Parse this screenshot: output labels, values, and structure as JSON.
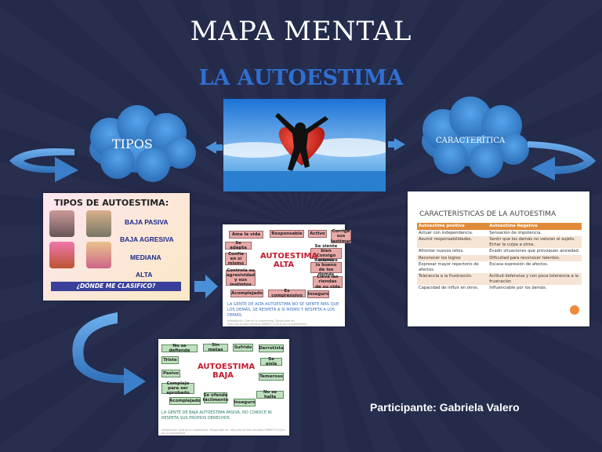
{
  "title": "MAPA  MENTAL",
  "subtitle": "LA AUTOESTIMA",
  "clouds": {
    "left": "TIPOS",
    "right": "CARACTERÍTICA"
  },
  "tipos_panel": {
    "title": "TIPOS DE AUTOESTIMA:",
    "items": [
      "BAJA PASIVA",
      "BAJA AGRESIVA",
      "MEDIANA",
      "ALTA"
    ],
    "question": "¿DÓNDE ME CLASIFICO?"
  },
  "alta_panel": {
    "center": "AUTOESTIMA ALTA",
    "tags": [
      "Ama la vida",
      "Responsable",
      "Activo",
      "Corrige sus lastimar",
      "Se adapta",
      "Confía en sí mismo",
      "Se siente bien Consigo mismo",
      "Controla su agresividad y sus instintos",
      "Reconoce lo bueno de los demás",
      "Acomplejado",
      "Es comprensivo",
      "Inseguro",
      "Lleva las riendas de su vida"
    ],
    "caption": "LA GENTE DE ALTA AUTOESTIMA NO SE SIENTE MÁS QUE LOS DEMÁS, SE RESPETA A SÍ MISMO Y RESPETA A LOS DEMÁS.",
    "source": "Adaptación: Qué es la autoestima. Disponible en: http://es.scribd.com/doc/38680771/Que-es-La-autoestima"
  },
  "baja_panel": {
    "center": "AUTOESTIMA BAJA",
    "tags": [
      "No se defiende",
      "Sin metas",
      "Sufrido",
      "Derrotista",
      "Triste",
      "Se aísla",
      "Pasivo",
      "Temeroso",
      "Complejo para ser aprobado",
      "Se ofende fácilmente",
      "No se halla",
      "Acomplejado",
      "Inseguro"
    ],
    "caption": "LA GENTE DE BAJA AUTOESTIMA PASIVA, NO CONOCE NI RESPETA SUS PROPIOS DERECHOS",
    "source": "Adaptación: Qué es la autoestima. Disponible en: http://es.scribd.com/doc/38680771/Que-es-La-autoestima"
  },
  "char_panel": {
    "title": "CARACTERÍSTICAS DE LA AUTOESTIMA",
    "headers": [
      "Autoestima positiva",
      "Autoestima Negativa"
    ],
    "rows": [
      [
        "Actuar con independencia.",
        "Sensación de impotencia."
      ],
      [
        "Asumir responsabilidades.",
        "Sentir que los demás no valoran al sujeto.\nEchar la culpa a otros."
      ],
      [
        "Afrontar nuevos retos.",
        "Evadir situaciones que provoquen ansiedad."
      ],
      [
        "Reconocer los logros",
        "Dificultad para reconocer talentos."
      ],
      [
        "Expresar mayor repertorio de afectos.",
        "Escasa expresión de afectos."
      ],
      [
        "Tolerancia a la frustración.",
        "Actitud defensiva y con poca tolerancia a la frustración"
      ],
      [
        "Capacidad de influir en otros.",
        "Influenciable por los demás."
      ]
    ]
  },
  "participant": "Participante: Gabriela Valero",
  "colors": {
    "background": "#232a4a",
    "subtitle": "#2f6fd0",
    "cloud": "#3d8bd6",
    "arrow": "#4a90d9"
  }
}
